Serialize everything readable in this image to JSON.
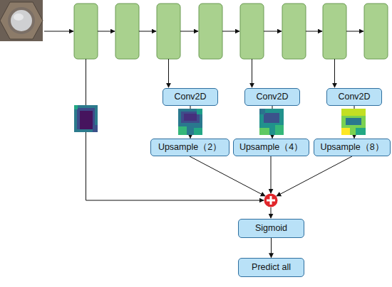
{
  "diagram": {
    "nodes": [
      {
        "text": [
          "Conv2D"
        ]
      },
      {
        "text": [
          "Conv2D"
        ]
      },
      {
        "text": [
          "Conv2D"
        ]
      },
      {
        "text": [
          "Upsample（2）"
        ]
      },
      {
        "text": [
          "Upsample（4）"
        ]
      },
      {
        "text": [
          "Upsample（8）"
        ]
      },
      {
        "text": [
          "Sigmoid"
        ]
      },
      {
        "text": [
          "Predict all"
        ]
      }
    ],
    "edges": [
      {
        "from": 0,
        "to": 3,
        "arrow": "to"
      },
      {
        "from": 1,
        "to": 4,
        "arrow": "to"
      },
      {
        "from": 2,
        "to": 5,
        "arrow": "to"
      },
      {
        "from": 6,
        "to": 7,
        "arrow": "to"
      }
    ]
  }
}
